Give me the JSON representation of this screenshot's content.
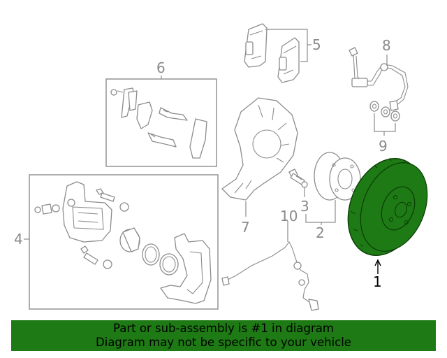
{
  "diagram": {
    "callouts": {
      "c1": "1",
      "c2": "2",
      "c3": "3",
      "c4": "4",
      "c5": "5",
      "c6": "6",
      "c7": "7",
      "c8": "8",
      "c9": "9",
      "c10": "10"
    },
    "highlighted_part": "1",
    "colors": {
      "highlight_fill": "#1e7a14",
      "line": "#8c8c8c",
      "banner_bg": "#1e7a14"
    }
  },
  "banner": {
    "line1": "Part or sub-assembly is #1 in diagram",
    "line2": "Diagram may not be specific to your vehicle"
  }
}
